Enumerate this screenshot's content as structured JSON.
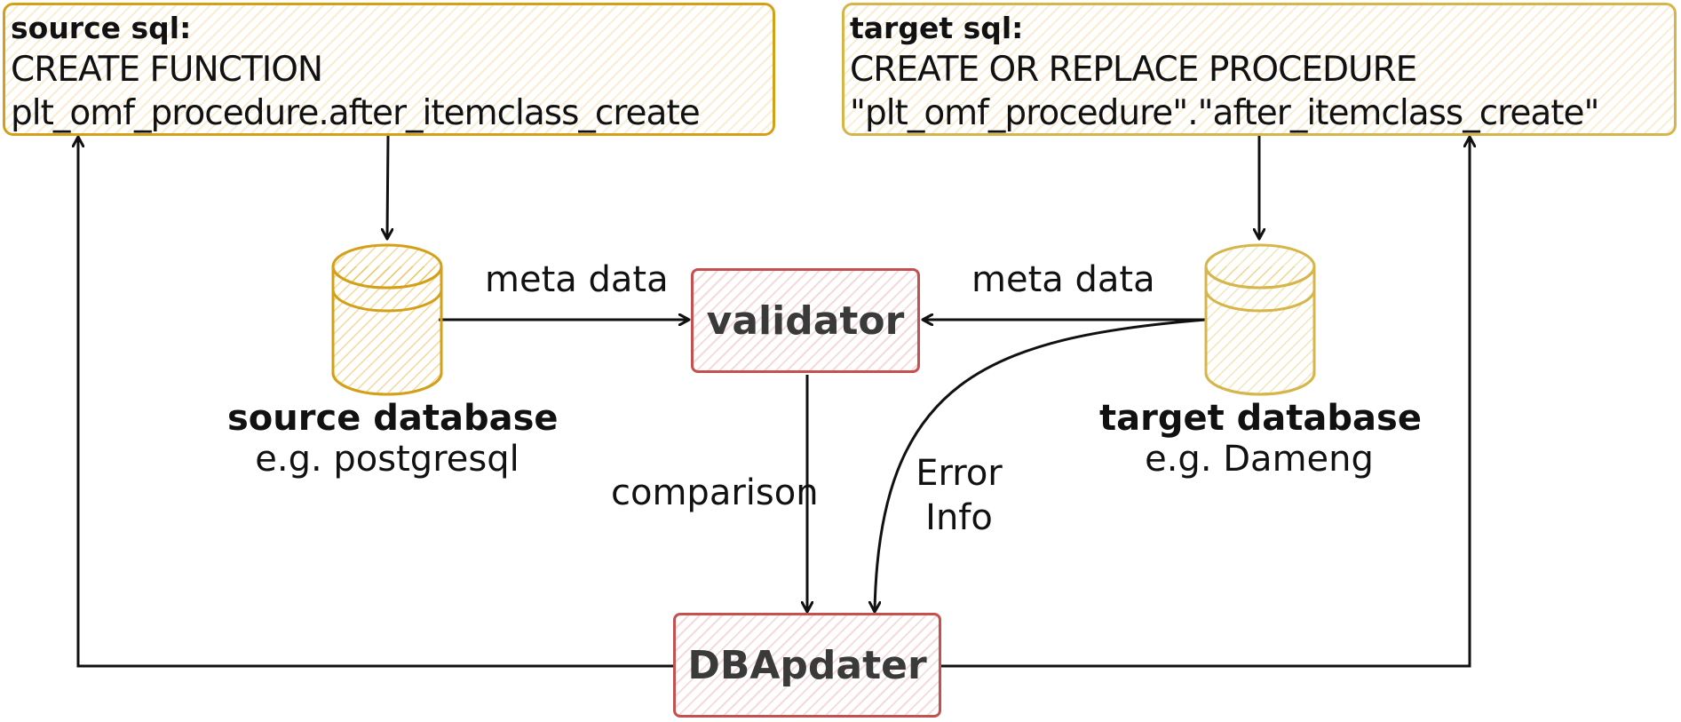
{
  "source_sql": {
    "title": "source sql:",
    "line1": "CREATE FUNCTION",
    "line2": "plt_omf_procedure.after_itemclass_create"
  },
  "target_sql": {
    "title": "target sql:",
    "line1": "CREATE OR REPLACE PROCEDURE",
    "line2": "\"plt_omf_procedure\".\"after_itemclass_create\""
  },
  "source_db": {
    "name": "source database",
    "example": "e.g. postgresql"
  },
  "target_db": {
    "name": "target database",
    "example": "e.g. Dameng"
  },
  "validator": {
    "label": "validator"
  },
  "dbapdater": {
    "label": "DBApdater"
  },
  "edges": {
    "source_meta": "meta data",
    "target_meta": "meta data",
    "comparison": "comparison",
    "error_info_line1": "Error",
    "error_info_line2": "Info"
  },
  "colors": {
    "sql_border": "#d4a017",
    "db_source": "#d4a017",
    "db_target": "#d6b64a",
    "process_border": "#c55050",
    "arrow": "#111111"
  }
}
